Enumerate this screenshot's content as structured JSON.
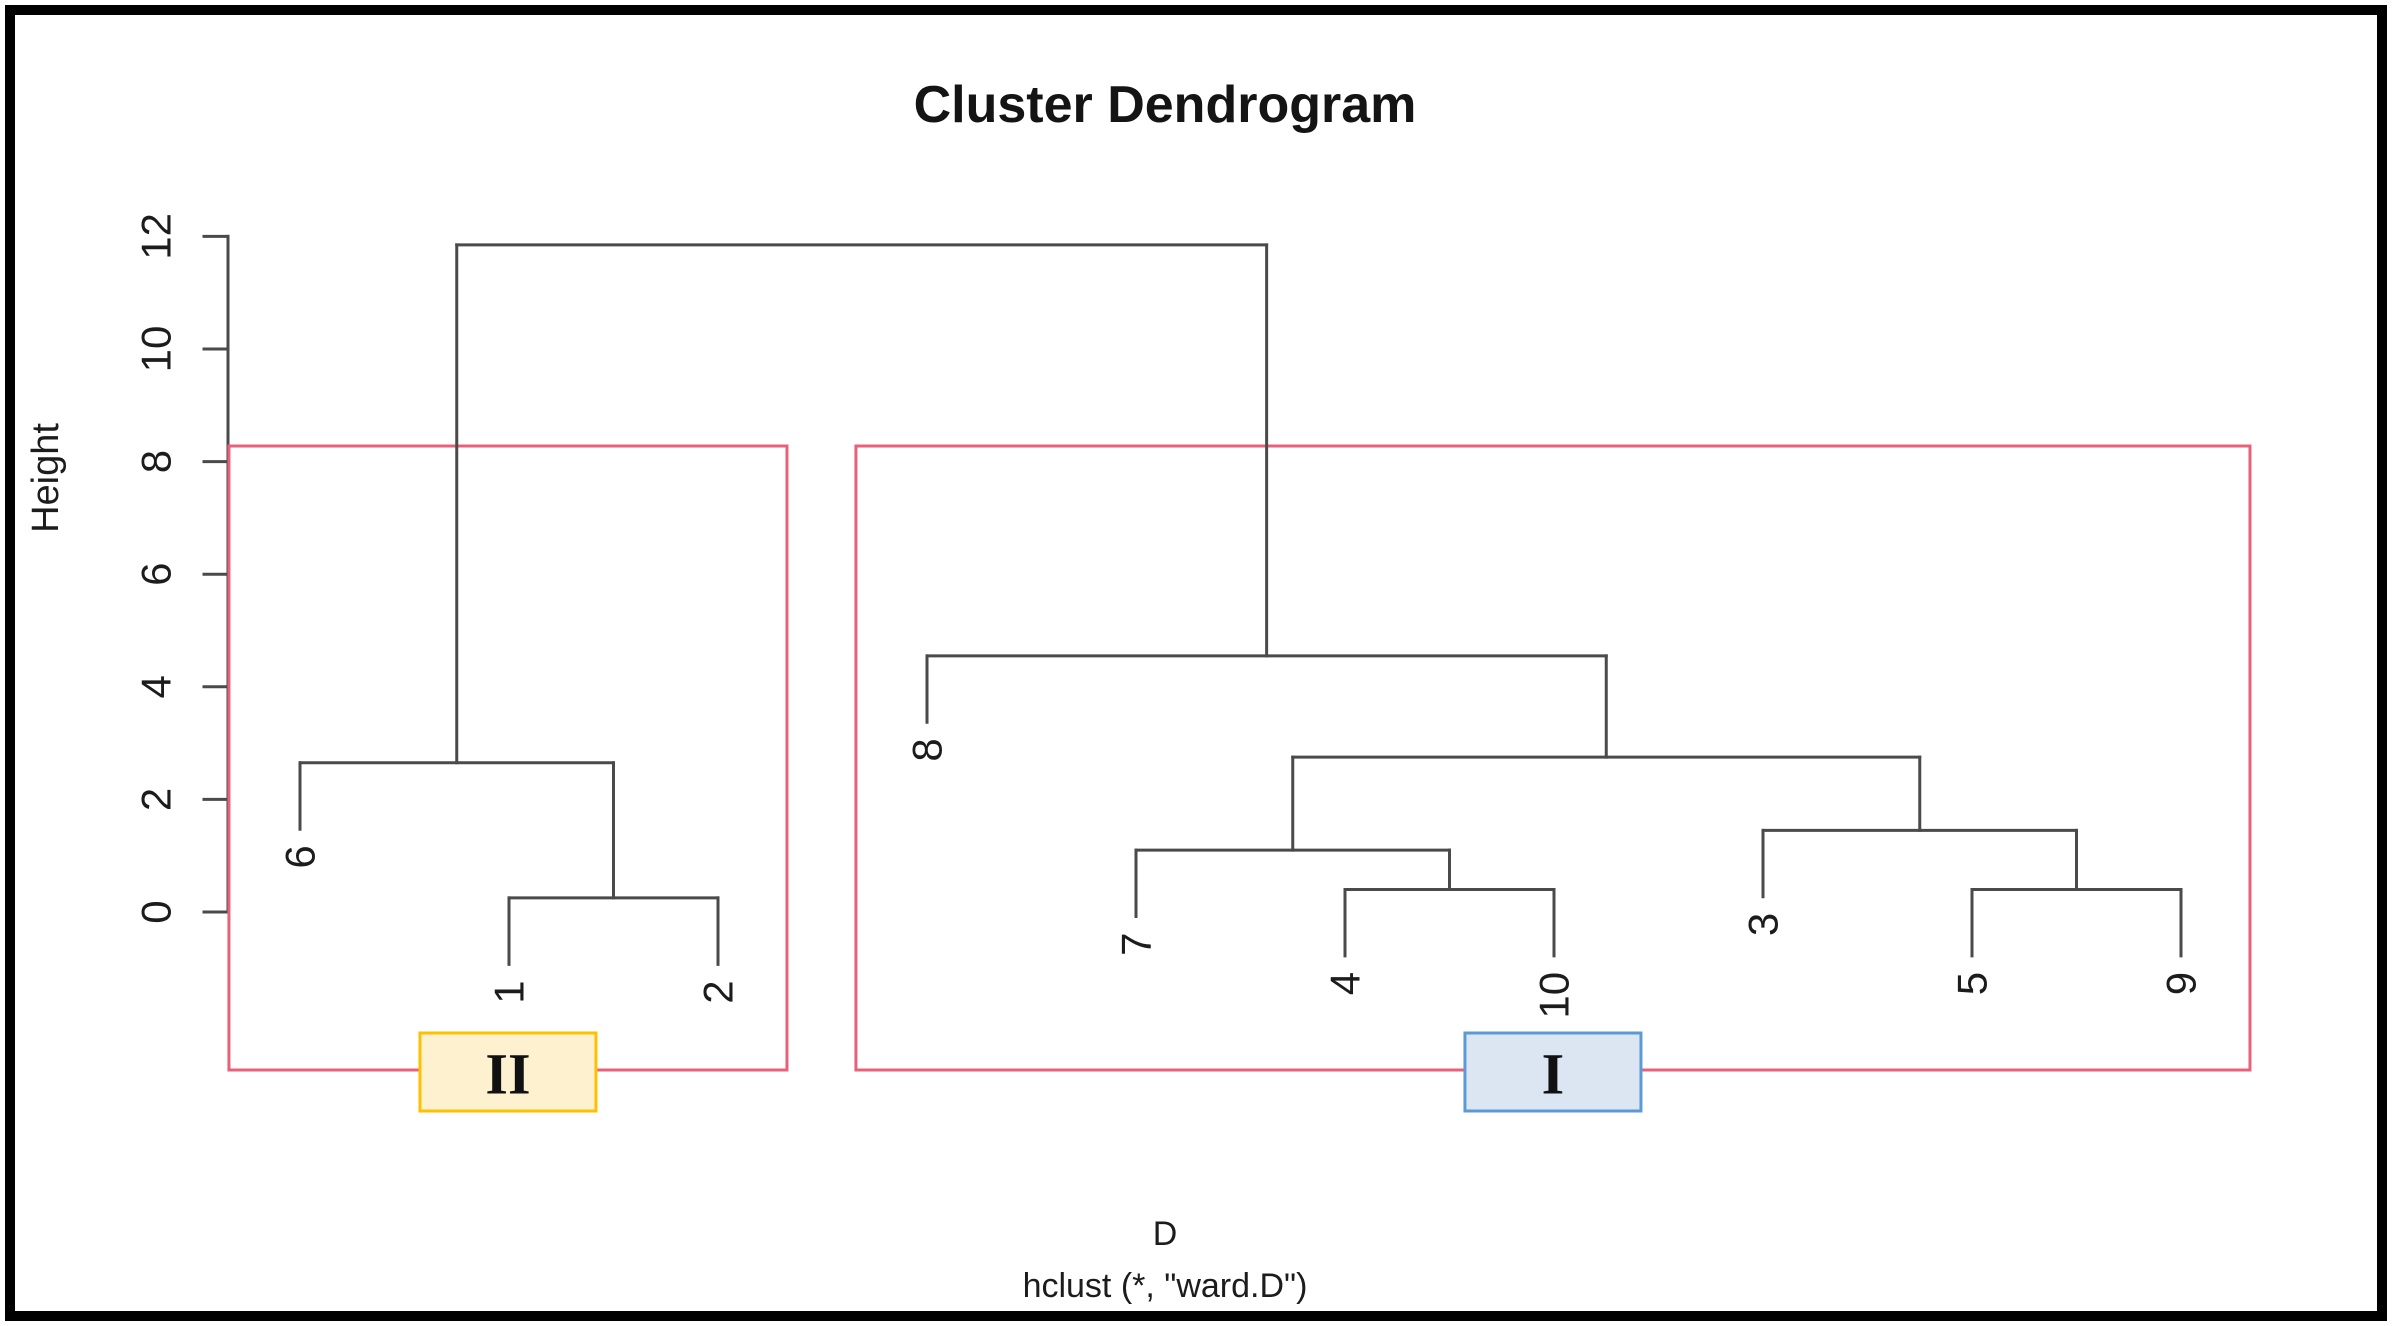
{
  "chart_data": {
    "type": "dendrogram",
    "title": "Cluster Dendrogram",
    "ylabel": "Height",
    "xlabel_lines": [
      "D",
      "hclust (*, \"ward.D\")"
    ],
    "y_ticks": [
      0,
      2,
      4,
      6,
      8,
      10,
      12
    ],
    "y_range": [
      0,
      12
    ],
    "grid": false,
    "leaf_order": [
      "6",
      "1",
      "2",
      "8",
      "7",
      "4",
      "10",
      "3",
      "5",
      "9"
    ],
    "hang": 1.18,
    "tree": {
      "height": 11.85,
      "children": [
        {
          "height": 2.65,
          "children": [
            {
              "leaf": "6"
            },
            {
              "height": 0.25,
              "children": [
                {
                  "leaf": "1"
                },
                {
                  "leaf": "2"
                }
              ]
            }
          ]
        },
        {
          "height": 4.55,
          "children": [
            {
              "leaf": "8"
            },
            {
              "height": 2.75,
              "children": [
                {
                  "height": 1.1,
                  "children": [
                    {
                      "leaf": "7"
                    },
                    {
                      "height": 0.4,
                      "children": [
                        {
                          "leaf": "4"
                        },
                        {
                          "leaf": "10"
                        }
                      ]
                    }
                  ]
                },
                {
                  "height": 1.45,
                  "children": [
                    {
                      "leaf": "3"
                    },
                    {
                      "height": 0.4,
                      "children": [
                        {
                          "leaf": "5"
                        },
                        {
                          "leaf": "9"
                        }
                      ]
                    }
                  ]
                }
              ]
            }
          ]
        }
      ]
    },
    "clusters": [
      {
        "label": "II",
        "leaves": [
          "6",
          "1",
          "2"
        ],
        "box_fill": "#fdf1cf",
        "box_border": "#ffc000"
      },
      {
        "label": "I",
        "leaves": [
          "8",
          "7",
          "4",
          "10",
          "3",
          "5",
          "9"
        ],
        "box_fill": "#dce6f2",
        "box_border": "#5b9bd5"
      }
    ],
    "colors": {
      "line": "#4a4a4a",
      "text": "#1c1c1c",
      "cluster_rect": "#e8617b",
      "frame": "#000000"
    }
  }
}
